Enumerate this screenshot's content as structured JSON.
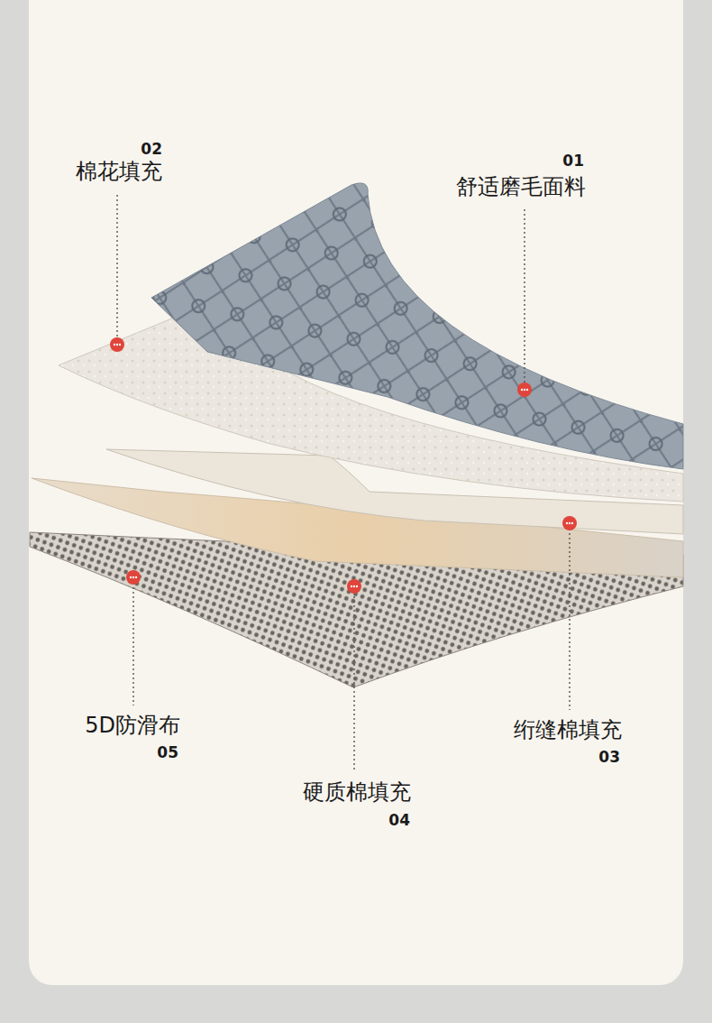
{
  "diagram": {
    "labels": [
      "02",
      "棉花填充",
      "01",
      "舒适磨毛面料",
      "5D防滑布",
      "05",
      "硬质棉填充",
      "04",
      "绗缝棉填充",
      "03"
    ]
  }
}
